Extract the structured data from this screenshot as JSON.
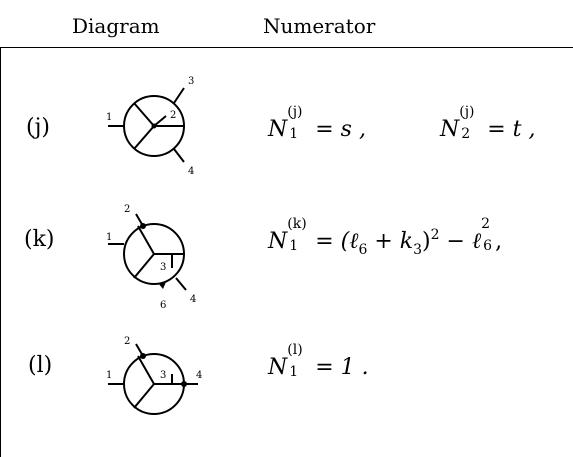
{
  "table": {
    "headers": {
      "diagram": "Diagram",
      "numerator": "Numerator"
    },
    "rows": [
      {
        "label": "(j)",
        "legs": [
          "1",
          "2",
          "3",
          "4"
        ],
        "numerators": [
          {
            "symbol": "N",
            "index": "1",
            "tag": "(j)",
            "rhs": "= s ,"
          },
          {
            "symbol": "N",
            "index": "2",
            "tag": "(j)",
            "rhs": "= t ,"
          }
        ]
      },
      {
        "label": "(k)",
        "legs": [
          "1",
          "2",
          "3",
          "4"
        ],
        "momentum": "6",
        "numerators": [
          {
            "symbol": "N",
            "index": "1",
            "tag": "(k)",
            "rhs_open": "= (ℓ",
            "l6": "6",
            "plus": " + k",
            "k3": "3",
            "close": ")",
            "sq": "2",
            "minus": " − ℓ",
            "l6b": "6",
            "sq2": "2",
            "end": ","
          }
        ]
      },
      {
        "label": "(l)",
        "legs": [
          "1",
          "2",
          "3",
          "4"
        ],
        "numerators": [
          {
            "symbol": "N",
            "index": "1",
            "tag": "(l)",
            "rhs": "= 1 ."
          }
        ]
      }
    ]
  }
}
